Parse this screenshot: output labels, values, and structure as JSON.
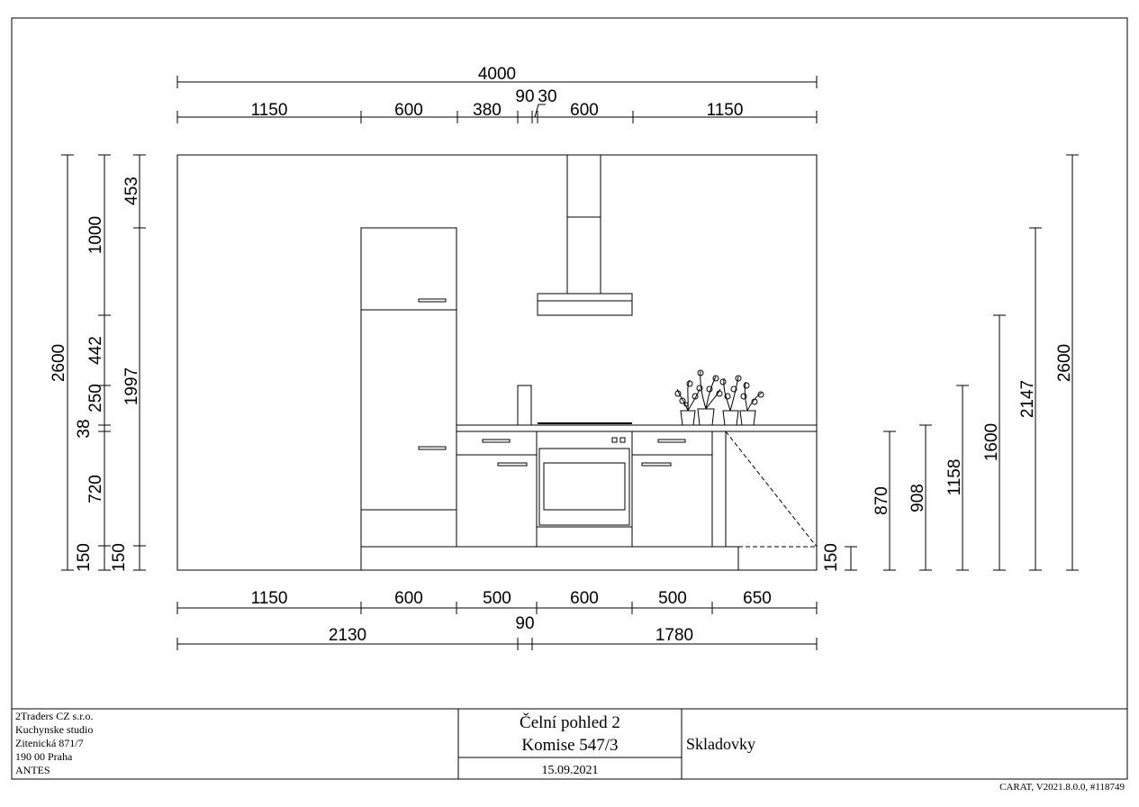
{
  "dimensions": {
    "top_total": "4000",
    "top_segments": [
      "1150",
      "600",
      "380",
      "90",
      "30",
      "600",
      "1150"
    ],
    "left_outer": [
      "2600"
    ],
    "left_middle": [
      "1000",
      "442",
      "250",
      "38",
      "720",
      "150"
    ],
    "left_inner": [
      "453",
      "1997",
      "150"
    ],
    "bottom_row1": [
      "1150",
      "600",
      "500",
      "600",
      "500",
      "650"
    ],
    "bottom_gap": "90",
    "bottom_row2": [
      "2130",
      "1780"
    ],
    "right_plinth": "150",
    "right_heights": [
      "870",
      "908",
      "1158",
      "1600",
      "2147",
      "2600"
    ]
  },
  "title_block": {
    "company": [
      "2Traders CZ s.r.o.",
      "Kuchynske studio",
      "Zitenická 871/7",
      "190 00 Praha",
      "ANTES"
    ],
    "view_title": "Čelní pohled 2",
    "commission": "Komise 547/3",
    "date": "15.09.2021",
    "note": "Skladovky",
    "version": "CARAT, V2021.8.0.0, #118749"
  }
}
